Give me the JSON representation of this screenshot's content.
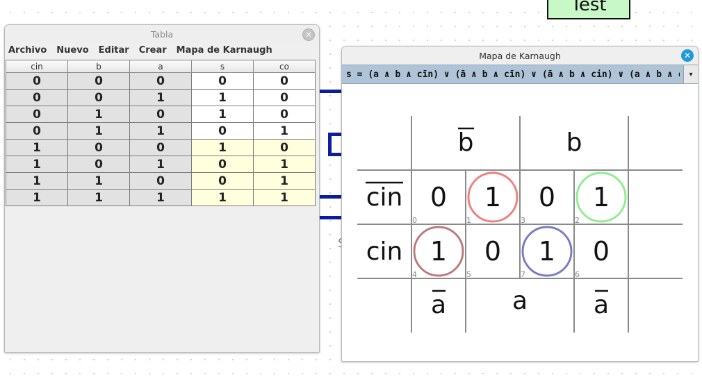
{
  "canvas": {
    "test_label": "Test",
    "partial_letter": "S"
  },
  "tabla": {
    "title": "Tabla",
    "close_glyph": "✕",
    "menu": [
      "Archivo",
      "Nuevo",
      "Editar",
      "Crear",
      "Mapa de Karnaugh"
    ],
    "headers": [
      "cin",
      "b",
      "a",
      "s",
      "co"
    ],
    "rows": [
      [
        "0",
        "0",
        "0",
        "0",
        "0"
      ],
      [
        "0",
        "0",
        "1",
        "1",
        "0"
      ],
      [
        "0",
        "1",
        "0",
        "1",
        "0"
      ],
      [
        "0",
        "1",
        "1",
        "0",
        "1"
      ],
      [
        "1",
        "0",
        "0",
        "1",
        "0"
      ],
      [
        "1",
        "0",
        "1",
        "0",
        "1"
      ],
      [
        "1",
        "1",
        "0",
        "0",
        "1"
      ],
      [
        "1",
        "1",
        "1",
        "1",
        "1"
      ]
    ],
    "highlight_color": "#ffffdd"
  },
  "kmap": {
    "title": "Mapa de Karnaugh",
    "close_glyph": "✕",
    "expression": {
      "lhs": "s",
      "terms": [
        [
          "a",
          "b̄",
          "cīn"
        ],
        [
          "ā",
          "b",
          "cīn"
        ],
        [
          "ā",
          "b̄",
          "cin"
        ],
        [
          "a",
          "b",
          "cin"
        ]
      ]
    },
    "dropdown_glyph": "▾",
    "col_headers": {
      "b_bar": "b",
      "b": "b"
    },
    "row_headers": [
      "cin",
      "cin"
    ],
    "bottom_headers": {
      "a_bar_left": "a",
      "a": "a",
      "a_bar_right": "a"
    },
    "cells": [
      [
        {
          "value": "0",
          "index": "0"
        },
        {
          "value": "1",
          "index": "1",
          "circle": "#f08080"
        },
        {
          "value": "0",
          "index": "3"
        },
        {
          "value": "1",
          "index": "2",
          "circle": "#90ee90"
        }
      ],
      [
        {
          "value": "1",
          "index": "4",
          "circle": "#bc7a7a"
        },
        {
          "value": "0",
          "index": "5"
        },
        {
          "value": "1",
          "index": "7",
          "circle": "#7b7bc4"
        },
        {
          "value": "0",
          "index": "6"
        }
      ]
    ],
    "accent": "#1e9ae0",
    "expression_bg": "#b0c4d8"
  }
}
